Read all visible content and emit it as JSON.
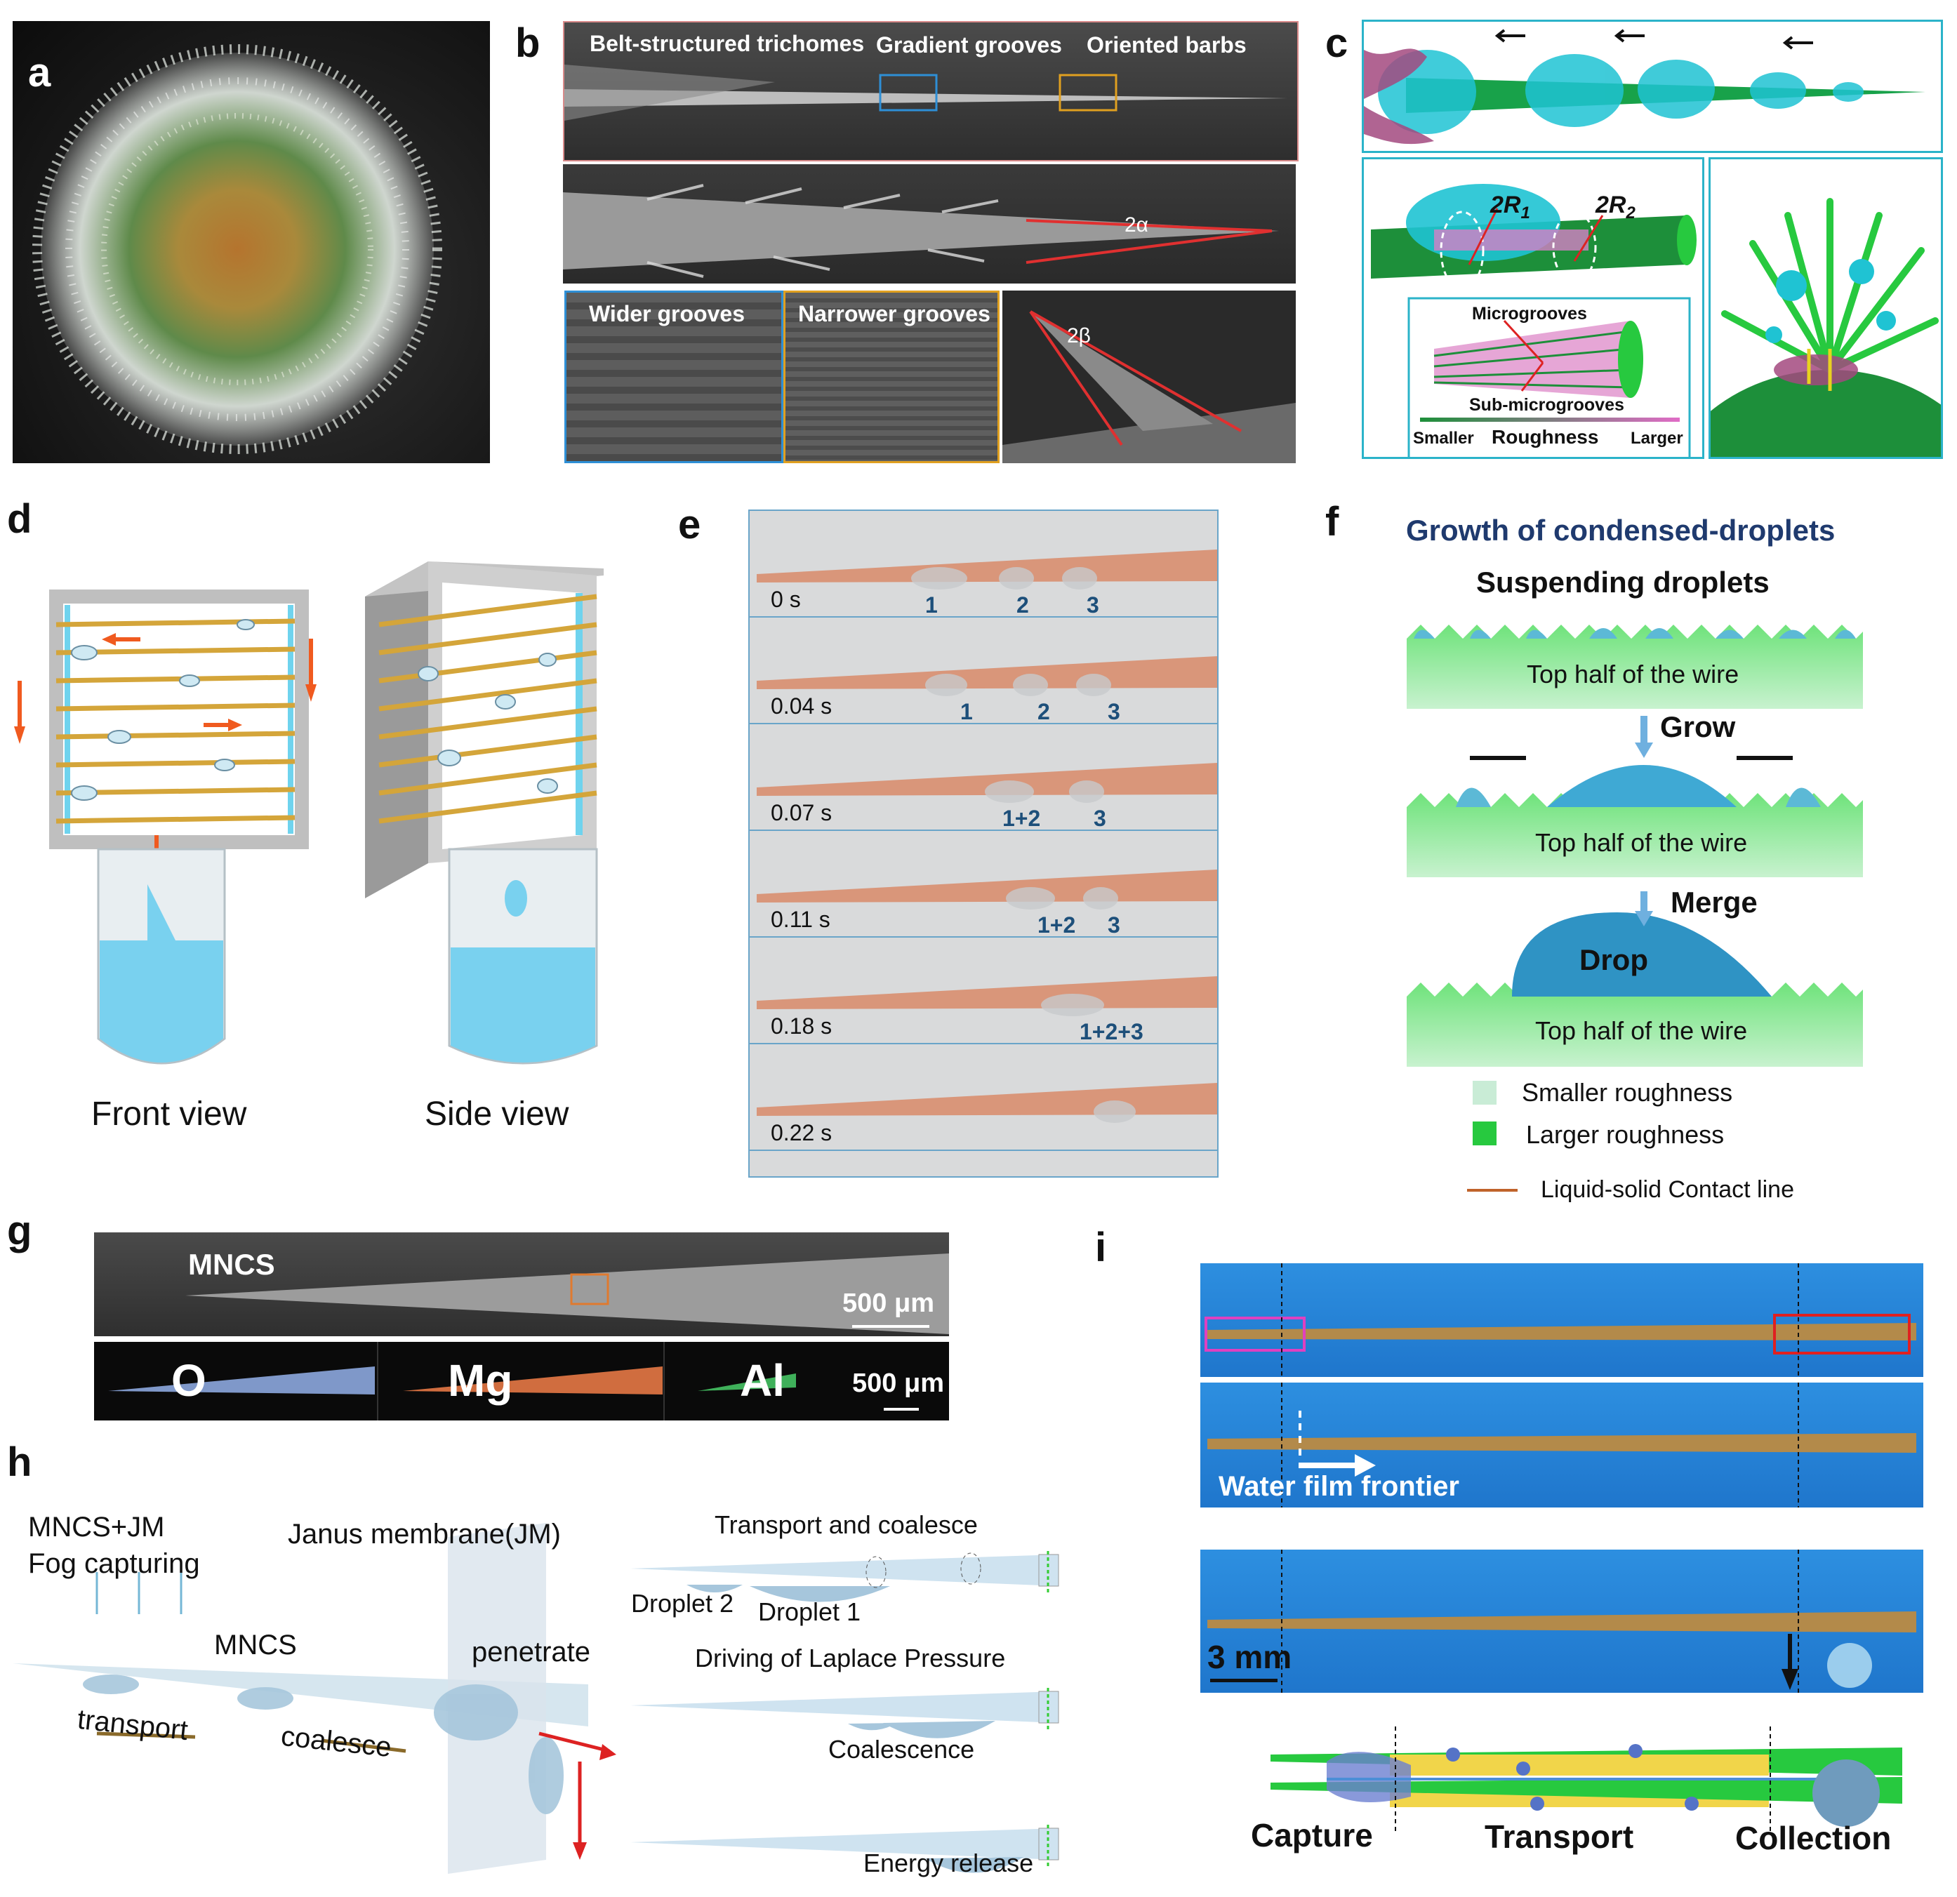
{
  "panels": {
    "a": {
      "label": "a"
    },
    "b": {
      "label": "b",
      "belt": "Belt-structured trichomes",
      "gradient": "Gradient grooves",
      "oriented": "Oriented barbs",
      "alpha": "2α",
      "beta": "2β",
      "wider": "Wider grooves",
      "narrower": "Narrower grooves"
    },
    "c": {
      "label": "c",
      "r1": "2R",
      "r1sub": "1",
      "r2": "2R",
      "r2sub": "2",
      "microgrooves": "Microgrooves",
      "submicro": "Sub-microgrooves",
      "smaller": "Smaller",
      "roughness": "Roughness",
      "larger": "Larger"
    },
    "d": {
      "label": "d",
      "front": "Front view",
      "side": "Side view"
    },
    "e": {
      "label": "e",
      "frames": [
        {
          "time": "0 s",
          "nums": [
            "1",
            "2",
            "3"
          ]
        },
        {
          "time": "0.04 s",
          "nums": [
            "1",
            "2",
            "3"
          ]
        },
        {
          "time": "0.07 s",
          "nums": [
            "1+2",
            "3"
          ]
        },
        {
          "time": "0.11 s",
          "nums": [
            "1+2",
            "3"
          ]
        },
        {
          "time": "0.18 s",
          "nums": [
            "1+2+3"
          ]
        },
        {
          "time": "0.22 s",
          "nums": []
        }
      ]
    },
    "f": {
      "label": "f",
      "title": "Growth of condensed-droplets",
      "suspending": "Suspending droplets",
      "top": "Top half of the wire",
      "grow": "Grow",
      "merge": "Merge",
      "drop": "Drop",
      "legend_smaller": "Smaller roughness",
      "legend_larger": "Larger roughness",
      "legend_line": "Liquid-solid Contact line",
      "color_smaller": "#c9ecd6",
      "color_larger": "#27c93f",
      "color_line": "#c0632b"
    },
    "g": {
      "label": "g",
      "mncs": "MNCS",
      "scale1": "500 μm",
      "o": "O",
      "mg": "Mg",
      "al": "Al",
      "scale2": "500 μm"
    },
    "h": {
      "label": "h",
      "mncs_jm": "MNCS+JM",
      "fog": "Fog capturing",
      "janus": "Janus membrane(JM)",
      "mncs": "MNCS",
      "penetrate": "penetrate",
      "transport": "transport",
      "coalesce": "coalesce",
      "transport_coalesce": "Transport and coalesce",
      "droplet2": "Droplet 2",
      "droplet1": "Droplet 1",
      "laplace": "Driving of Laplace Pressure",
      "coalescence": "Coalescence",
      "energy": "Energy release"
    },
    "i": {
      "label": "i",
      "frontier": "Water film frontier",
      "scale": "3 mm",
      "capture": "Capture",
      "transport": "Transport",
      "collection": "Collection"
    }
  }
}
